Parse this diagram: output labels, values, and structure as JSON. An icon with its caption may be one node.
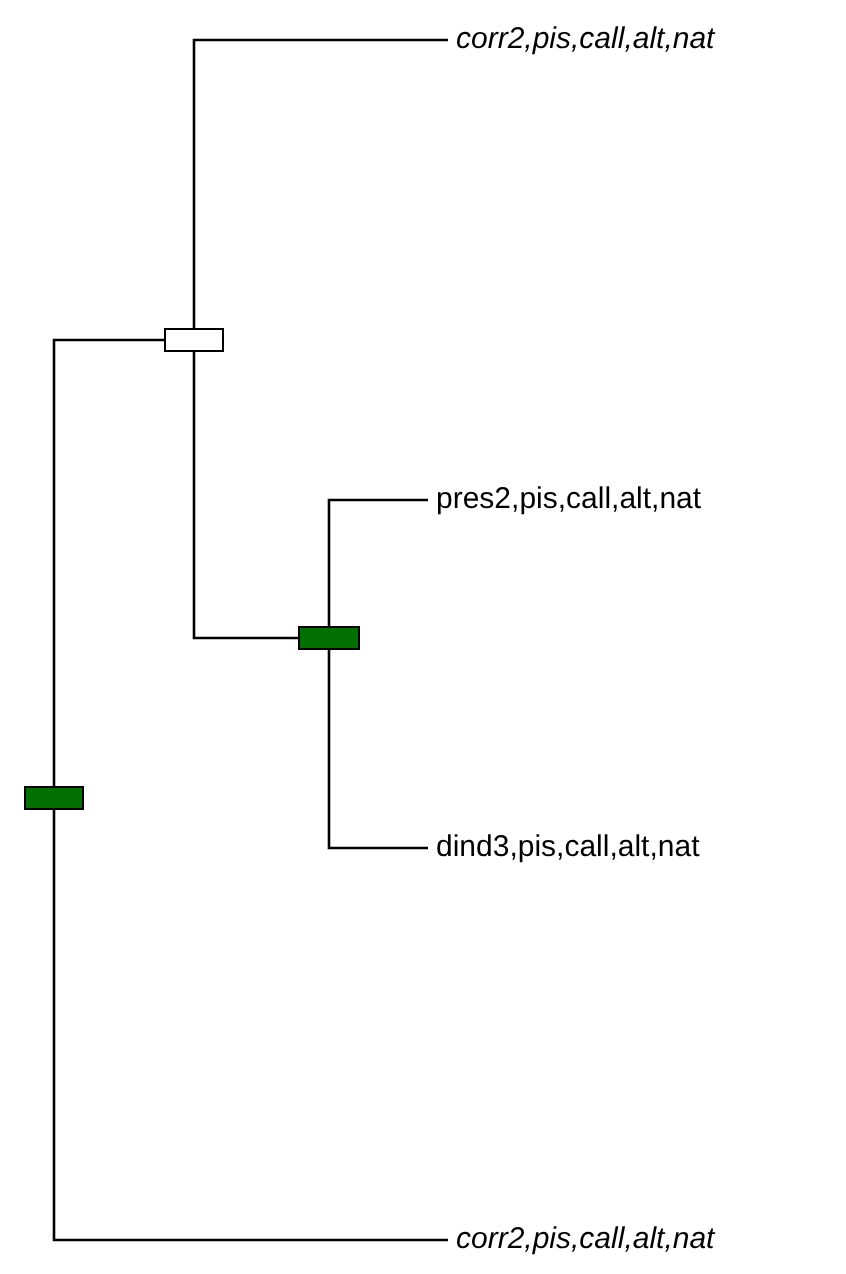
{
  "diagram": {
    "nodes": [
      {
        "text": [
          "corr2,pis,call,alt,nat"
        ]
      },
      {
        "text": [],
        "shape": "box"
      },
      {
        "text": [
          "pres2,pis,call,alt,nat"
        ]
      },
      {
        "text": [],
        "shape": "box"
      },
      {
        "text": [],
        "shape": "box"
      },
      {
        "text": [
          "dind3,pis,call,alt,nat"
        ]
      },
      {
        "text": [
          "corr2,pis,call,alt,nat"
        ]
      }
    ],
    "edges": [
      {
        "from": 4,
        "to": 1,
        "arrow": "none"
      },
      {
        "from": 1,
        "to": 0,
        "arrow": "none"
      },
      {
        "from": 1,
        "to": 3,
        "arrow": "none"
      },
      {
        "from": 3,
        "to": 2,
        "arrow": "none"
      },
      {
        "from": 3,
        "to": 5,
        "arrow": "none"
      },
      {
        "from": 4,
        "to": 6,
        "arrow": "none"
      }
    ]
  }
}
